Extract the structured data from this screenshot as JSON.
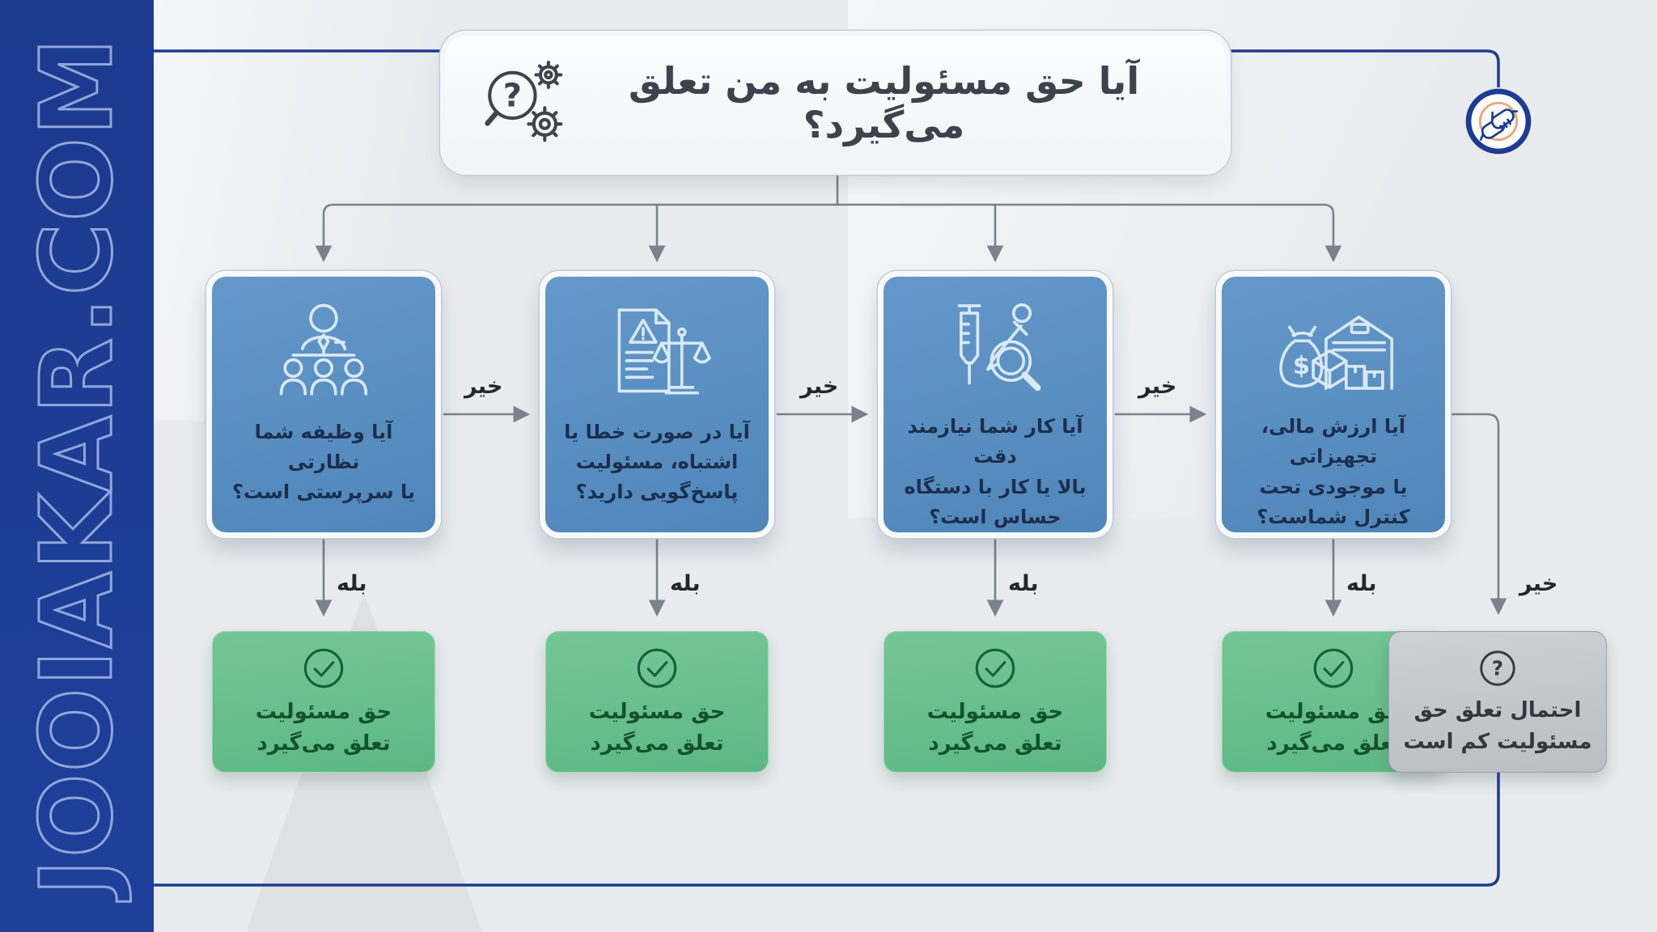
{
  "watermark": "JOOIAKAR.COM",
  "title": {
    "text": "آیا حق مسئولیت به من تعلق می‌گیرد؟"
  },
  "labels": {
    "yes": "بله",
    "no": "خیر"
  },
  "questions": [
    {
      "id": "supervision",
      "icon": "manager-team-icon",
      "text": "آیا وظیفه شما نظارتی\nیا سرپرستی است؟"
    },
    {
      "id": "accountability",
      "icon": "error-document-scales-icon",
      "text": "آیا در صورت خطا یا\nاشتباه، مسئولیت\nپاسخ‌گویی دارید؟"
    },
    {
      "id": "precision",
      "icon": "syringe-magnifier-icon",
      "text": "آیا کار شما نیازمند دقت\nبالا یا کار با دستگاه\nحساس است؟"
    },
    {
      "id": "assets",
      "icon": "money-warehouse-icon",
      "text": "آیا ارزش مالی، تجهیزاتی\nیا موجودی تحت\nکنترل شماست؟"
    }
  ],
  "results": {
    "positive": "حق مسئولیت\nتعلق می‌گیرد",
    "negative": "احتمال تعلق حق\nمسئولیت کم است"
  },
  "colors": {
    "sidebar": "#1d3c92",
    "frame_line": "#1d3c92",
    "question_box": "#5b8fc1",
    "positive_box": "#68c28e",
    "negative_box": "#c6c9ce",
    "connector": "#7b828c",
    "title_text": "#3c434c",
    "logo_ring": "#1d3c92",
    "logo_arc": "#e9a97e"
  }
}
